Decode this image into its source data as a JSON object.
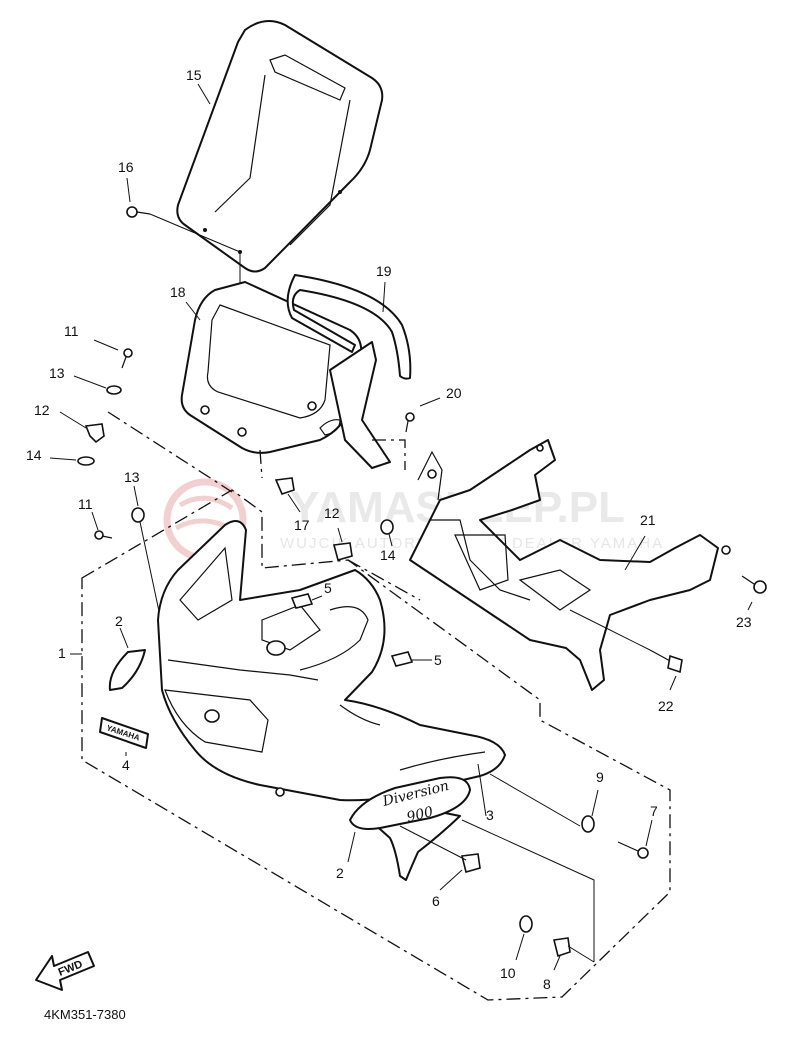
{
  "watermark": {
    "brand": "YAMASKLEP.PL",
    "tagline": "WUJCIK AUTORYZOWANY DEALER YAMAHA"
  },
  "decals": {
    "badge_text": "YAMAHA",
    "model_script": "Diversion",
    "model_number": "900",
    "fwd_text": "FWD"
  },
  "reference_code": "4KM351-7380",
  "callouts": {
    "c1": "1",
    "c2a": "2",
    "c2b": "2",
    "c3": "3",
    "c4": "4",
    "c5a": "5",
    "c5b": "5",
    "c6": "6",
    "c7": "7",
    "c8": "8",
    "c9": "9",
    "c10": "10",
    "c11a": "11",
    "c11b": "11",
    "c12a": "12",
    "c12b": "12",
    "c13a": "13",
    "c13b": "13",
    "c14a": "14",
    "c14b": "14",
    "c15": "15",
    "c16": "16",
    "c17": "17",
    "c18": "18",
    "c19": "19",
    "c20": "20",
    "c21": "21",
    "c22": "22",
    "c23": "23"
  }
}
